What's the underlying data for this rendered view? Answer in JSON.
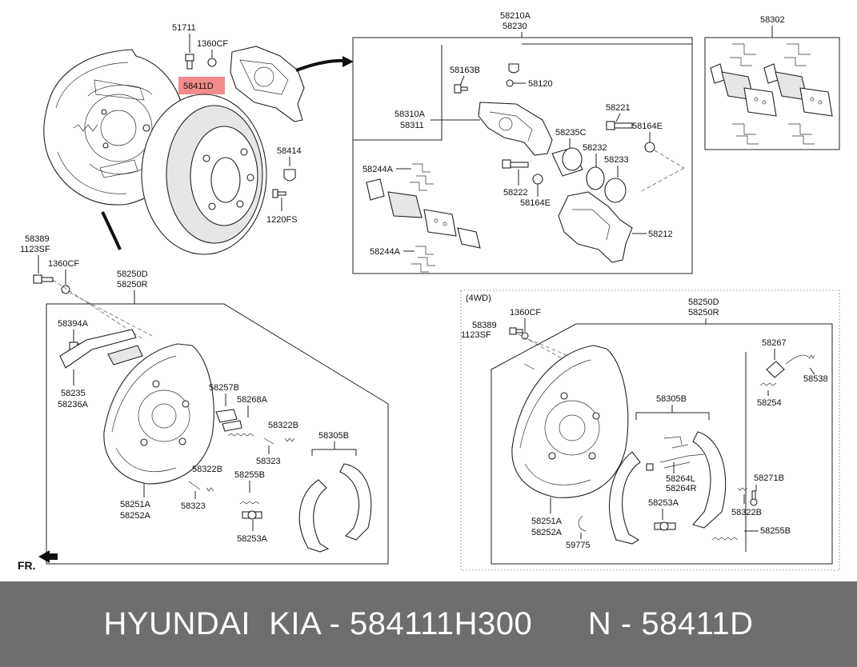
{
  "labels": {
    "l51711": "51711",
    "l1360cf_a": "1360CF",
    "l58411d": "58411D",
    "l58414": "58414",
    "l1220fs": "1220FS",
    "l58210a": "58210A",
    "l58230": "58230",
    "l58302": "58302",
    "l58163b": "58163B",
    "l58120": "58120",
    "l58310a": "58310A",
    "l58311": "58311",
    "l58221": "58221",
    "l58164e_a": "58164E",
    "l58235c": "58235C",
    "l58232": "58232",
    "l58233": "58233",
    "l58244a_a": "58244A",
    "l58222": "58222",
    "l58164e_b": "58164E",
    "l58212": "58212",
    "l58244a_b": "58244A",
    "l58389_a": "58389",
    "l1123sf_a": "1123SF",
    "l1360cf_b": "1360CF",
    "l58250d_a": "58250D",
    "l58250r_a": "58250R",
    "l58394a": "58394A",
    "l58235": "58235",
    "l58236a": "58236A",
    "l58257b": "58257B",
    "l58268a": "58268A",
    "l58322b_a": "58322B",
    "l58323_a": "58323",
    "l58305b_a": "58305B",
    "l58322b_b": "58322B",
    "l58323_b": "58323",
    "l58255b_a": "58255B",
    "l58251a_a": "58251A",
    "l58252a_a": "58252A",
    "l58253a_a": "58253A",
    "l4wd": "(4WD)",
    "l1360cf_c": "1360CF",
    "l58389_b": "58389",
    "l1123sf_b": "1123SF",
    "l58250d_b": "58250D",
    "l58250r_b": "58250R",
    "l58267": "58267",
    "l58538": "58538",
    "l58254": "58254",
    "l58305b_b": "58305B",
    "l58264l": "58264L",
    "l58264r": "58264R",
    "l58271b": "58271B",
    "l58253a_b": "58253A",
    "l58322b_c": "58322B",
    "l58251a_b": "58251A",
    "l58252a_b": "58252A",
    "l58255b_b": "58255B",
    "l59775": "59775",
    "fr": "FR."
  },
  "highlight_part": "58411D",
  "highlight_color": "#f28b8b",
  "footer": {
    "text": "HYUNDAI  KIA - 584111H300      N - 58411D"
  }
}
